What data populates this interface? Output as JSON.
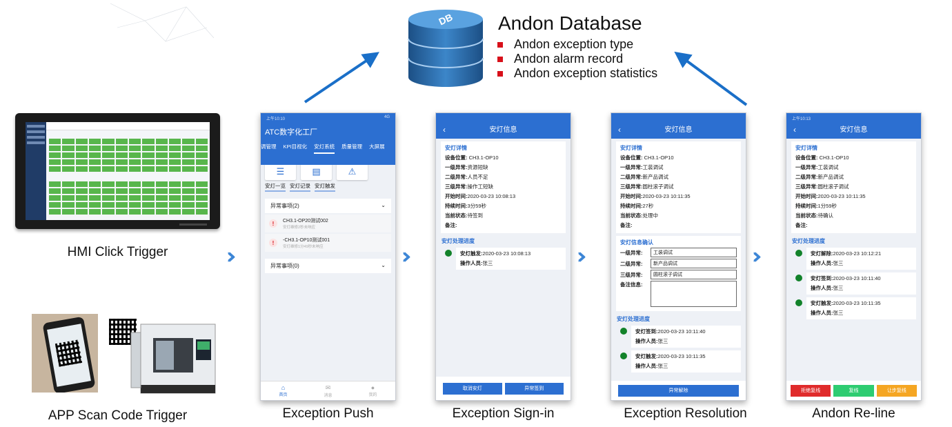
{
  "database": {
    "label": "DB",
    "title": "Andon Database",
    "items": [
      "Andon exception type",
      "Andon alarm record",
      "Andon exception statistics"
    ]
  },
  "captions": {
    "hmi": "HMI Click Trigger",
    "app": "APP Scan Code Trigger",
    "push": "Exception Push",
    "signin": "Exception Sign-in",
    "resolution": "Exception Resolution",
    "reline": "Andon Re-line"
  },
  "phone1": {
    "status_time": "上午10:10",
    "status_net": "4G",
    "app_title": "ATC数字化工厂",
    "tabs": [
      "调管理",
      "KPI目视化",
      "安灯系统",
      "质量管理",
      "大屏展"
    ],
    "links": [
      "安灯一览",
      "安灯记录",
      "安灯触发"
    ],
    "section1": "异常事项(2)",
    "items": [
      {
        "title": "CH3.1-OP20测试002",
        "sub": "安灯维修2秒未响应"
      },
      {
        "title": "-CH3.1-OP10测试001",
        "sub": "安灯维修1分49秒未响应"
      }
    ],
    "section2": "异常事项(0)",
    "nav": [
      "首页",
      "消息",
      "我的"
    ]
  },
  "phone_common": {
    "title": "安灯信息",
    "detail_header": "安灯详情",
    "progress_header": "安灯处理进度",
    "l_location": "设备位置:",
    "l_level1": "一级异常:",
    "l_level2": "二级异常:",
    "l_level3": "三级异常:",
    "l_start": "开始时间:",
    "l_duration": "持续时间:",
    "l_state": "当前状态:",
    "l_note": "备注:",
    "l_operator": "操作人员:"
  },
  "phone2": {
    "location": "CH3.1-OP10",
    "level1": "资源短缺",
    "level2": "人员不足",
    "level3": "操作工短缺",
    "start": "2020-03-23 10:08:13",
    "duration": "3分59秒",
    "state": "待签到",
    "progress": [
      {
        "label": "安灯触发:",
        "time": "2020-03-23 10:08:13",
        "operator": "张三"
      }
    ],
    "buttons": [
      "取消安灯",
      "异常签到"
    ]
  },
  "phone3": {
    "location": "CH3.1-OP10",
    "level1": "工装调试",
    "level2": "新产品调试",
    "level3": "圆柱滚子调试",
    "start": "2020-03-23 10:11:35",
    "duration": "27秒",
    "state": "处理中",
    "confirm_header": "安灯信息确认",
    "f_level1": "一级异常:",
    "f_level2": "二级异常:",
    "f_level3": "三级异常:",
    "f_note": "备注信息:",
    "v_level1": "工装调试",
    "v_level2": "新产品调试",
    "v_level3": "圆柱滚子调试",
    "progress": [
      {
        "label": "安灯签到:",
        "time": "2020-03-23 10:11:40",
        "operator": "张三"
      },
      {
        "label": "安灯触发:",
        "time": "2020-03-23 10:11:35",
        "operator": "张三"
      }
    ],
    "button": "异常解除"
  },
  "phone4": {
    "status_time": "上午10:13",
    "location": "CH3.1-OP10",
    "level1": "工装调试",
    "level2": "新产品调试",
    "level3": "圆柱滚子调试",
    "start": "2020-03-23 10:11:35",
    "duration": "1分59秒",
    "state": "待确认",
    "progress": [
      {
        "label": "安灯解除:",
        "time": "2020-03-23 10:12:21",
        "operator": "张三"
      },
      {
        "label": "安灯签到:",
        "time": "2020-03-23 10:11:40",
        "operator": "张三"
      },
      {
        "label": "安灯触发:",
        "time": "2020-03-23 10:11:35",
        "operator": "张三"
      }
    ],
    "buttons": [
      "拒绝复线",
      "复线",
      "让步复线"
    ]
  },
  "colors": {
    "primary": "#2c6fd1",
    "arrow": "#1a6fc8",
    "bullet": "#d8101a",
    "green_btn": "#2ecc71",
    "red_btn": "#e02b2b",
    "orange_btn": "#f5a623"
  }
}
